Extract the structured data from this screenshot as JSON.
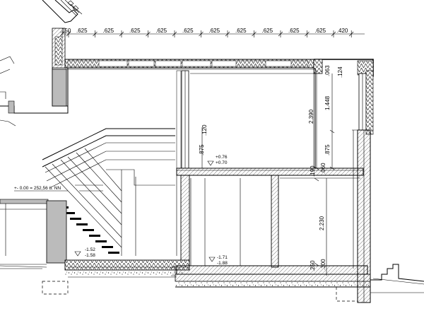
{
  "top_dimensions": [
    ".150",
    ".625",
    ".625",
    ".625",
    ".625",
    ".625",
    ".625",
    ".625",
    ".625",
    ".625",
    ".625",
    ".420"
  ],
  "vertical_dimensions": {
    "upper_total": "2.390",
    "window_height": "1.448",
    "sill_right": ".875",
    "sill_left": ".875",
    "upper_small_a": ".063",
    "upper_small_b": ".124",
    "head_small": ".120",
    "slab_upper": ".190",
    "slab_small": ".060",
    "lower_total": "2.230",
    "slab_lower": ".250",
    "slab_lower_b": ".300"
  },
  "levels": {
    "upper_floor_a": "+0.76",
    "upper_floor_b": "+0.70",
    "datum": "+- 0.00 = 252,56 ü. NN",
    "ground_a": "-1.52",
    "ground_b": "-1.58",
    "basement_a": "-1.71",
    "basement_b": "-1.88"
  },
  "colors": {
    "line": "#000000",
    "concrete_gray": "#b8b8b8",
    "hatch": "#555555"
  },
  "icons": {
    "level_marker": "triangle-down-icon"
  }
}
